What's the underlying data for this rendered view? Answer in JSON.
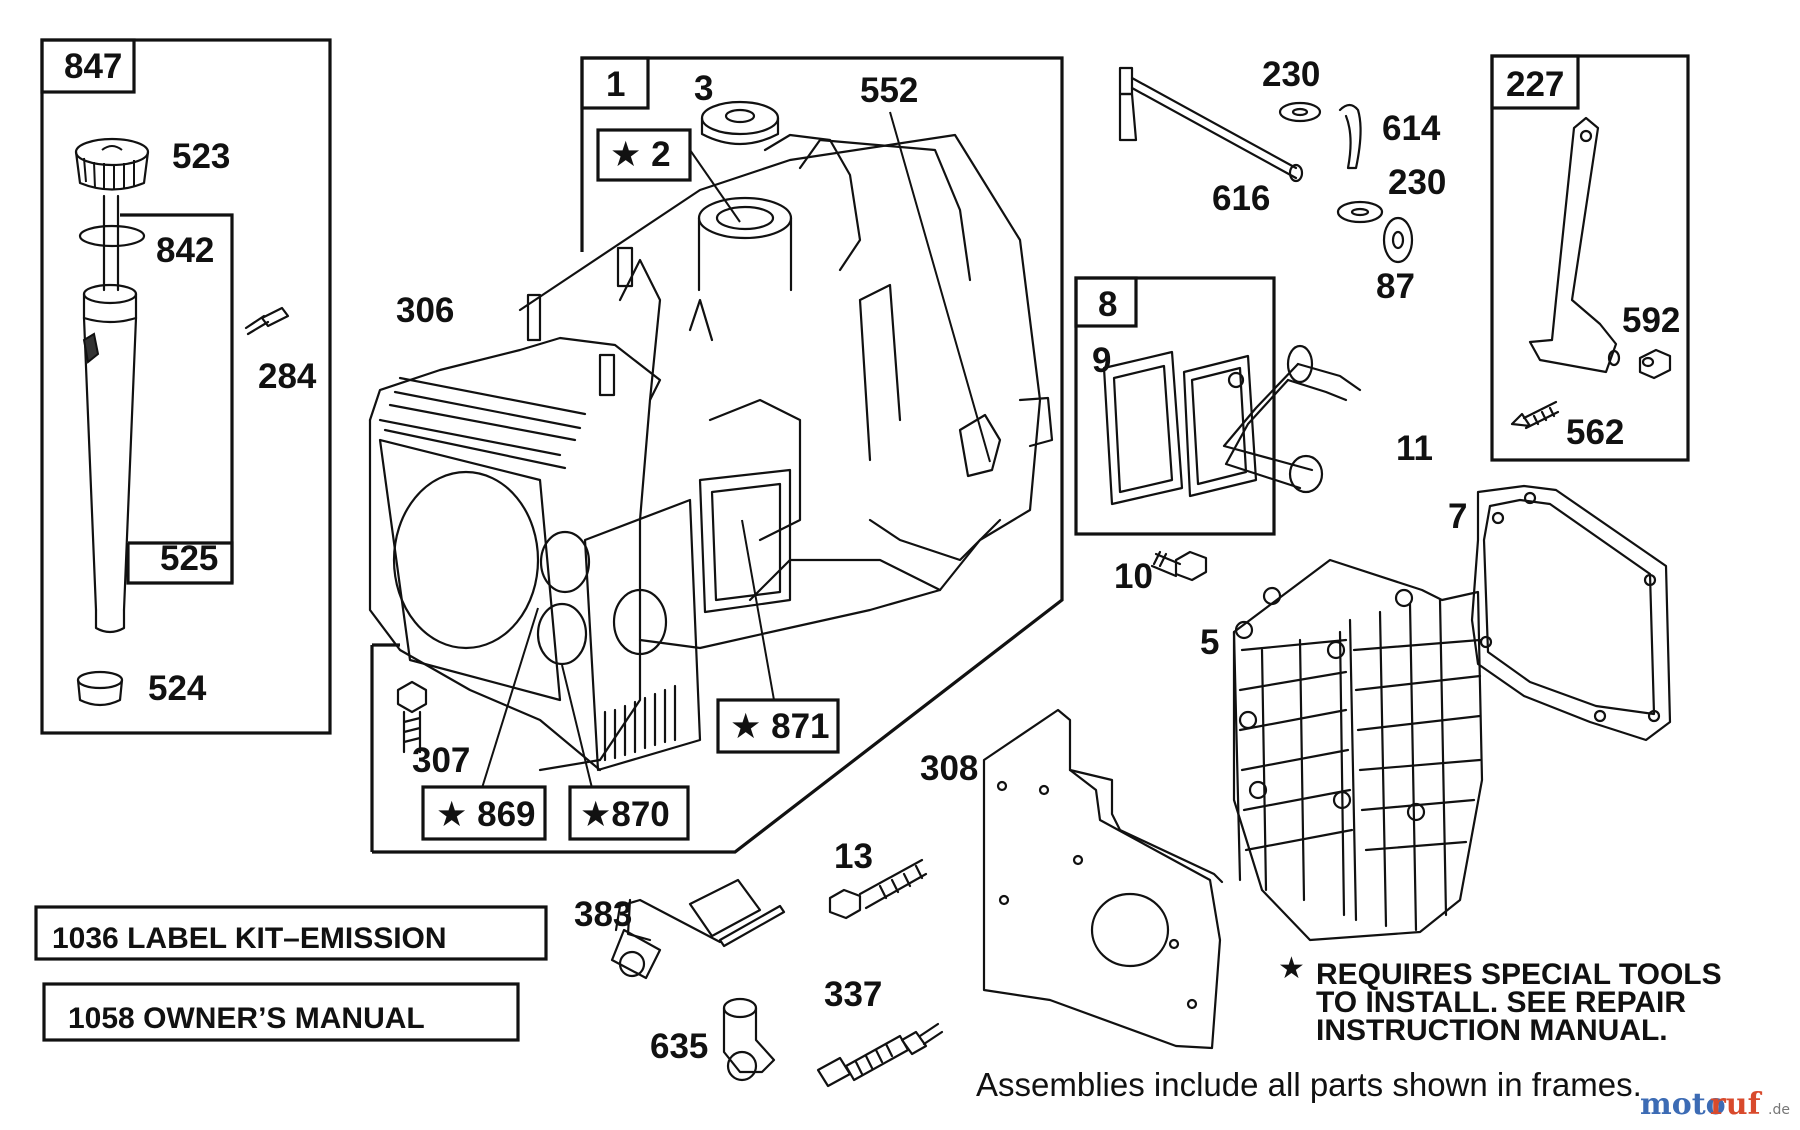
{
  "labels": {
    "f847": "847",
    "p523": "523",
    "p842": "842",
    "p525": "525",
    "p524": "524",
    "p284": "284",
    "f1": "1",
    "p3": "3",
    "p552": "552",
    "s2": "★ 2",
    "p306": "306",
    "p307": "307",
    "s869": "★ 869",
    "s870": "★870",
    "s871": "★ 871",
    "p230a": "230",
    "p614": "614",
    "p616": "616",
    "p230b": "230",
    "p87": "87",
    "f227": "227",
    "p592": "592",
    "p562": "562",
    "f8": "8",
    "p9": "9",
    "p11": "11",
    "p10": "10",
    "p7": "7",
    "p5": "5",
    "p308": "308",
    "p13": "13",
    "p383": "383",
    "p337": "337",
    "p635": "635"
  },
  "kits": {
    "label_kit": "1036 LABEL KIT–EMISSION",
    "owners_manual": "1058 OWNER’S MANUAL"
  },
  "notes": {
    "star": "★",
    "special_tools_1": "REQUIRES SPECIAL TOOLS",
    "special_tools_2": "TO INSTALL.  SEE REPAIR",
    "special_tools_3": "INSTRUCTION MANUAL.",
    "assemblies": "Assemblies include all parts shown in frames."
  },
  "watermark": {
    "part1": "moto",
    "part2": "ruf",
    "suffix": ".de"
  }
}
